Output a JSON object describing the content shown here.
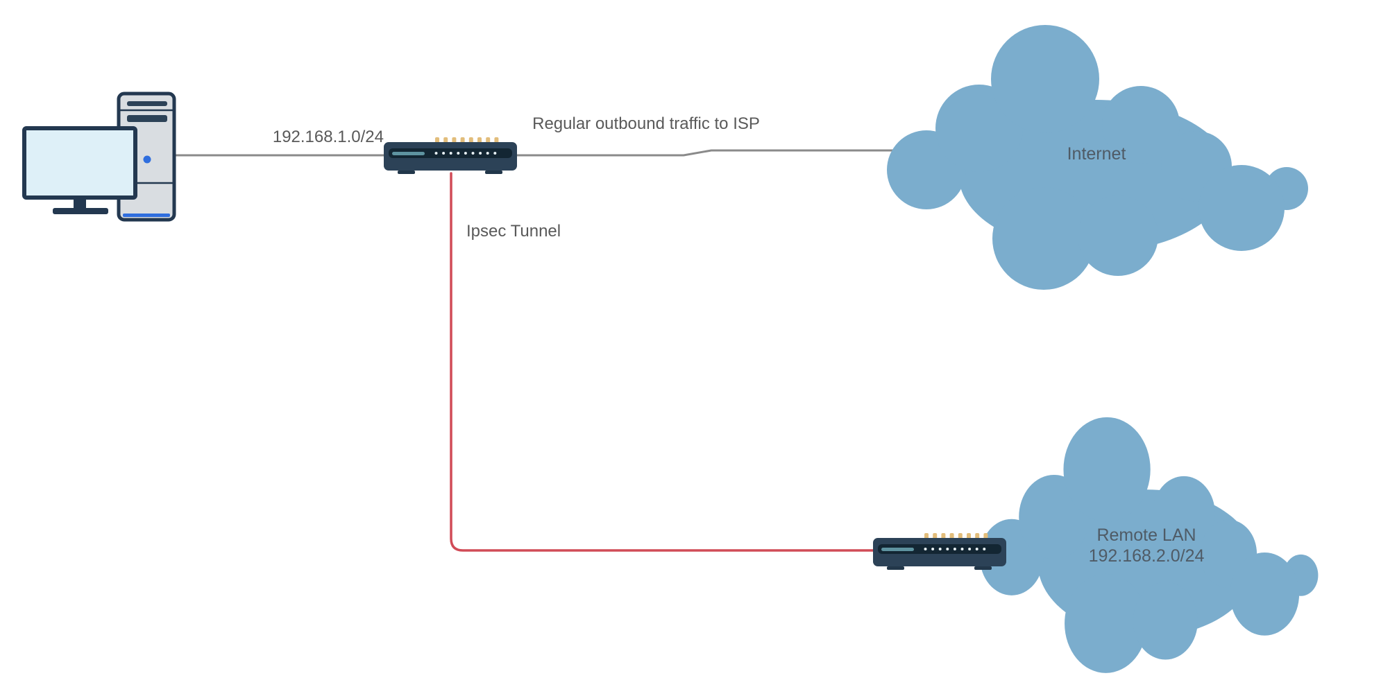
{
  "labels": {
    "local_subnet": "192.168.1.0/24",
    "outbound_link": "Regular outbound traffic to ISP",
    "tunnel_link": "Ipsec Tunnel",
    "internet_cloud": "Internet",
    "remote_lan_name": "Remote LAN",
    "remote_lan_subnet": "192.168.2.0/24"
  },
  "nodes": {
    "workstation": "desktop-computer-icon",
    "gateway_router": "router-icon",
    "remote_router": "router-icon",
    "internet": "cloud-icon",
    "remote_lan": "cloud-icon"
  },
  "colors": {
    "cloud_fill": "#7badcd",
    "link_regular": "#8a8a8a",
    "link_tunnel": "#d14b57",
    "device_body": "#2c4257",
    "device_inset": "#132633",
    "device_ports": "#e2bd7b",
    "device_screen_bar": "#5e93a0",
    "pc_body": "#d9dde1",
    "pc_frame": "#233850",
    "pc_screen": "#def0f8",
    "accent_blue": "#2f6ede",
    "label_text": "#595959",
    "cloud_label_text": "#4f5b66"
  }
}
